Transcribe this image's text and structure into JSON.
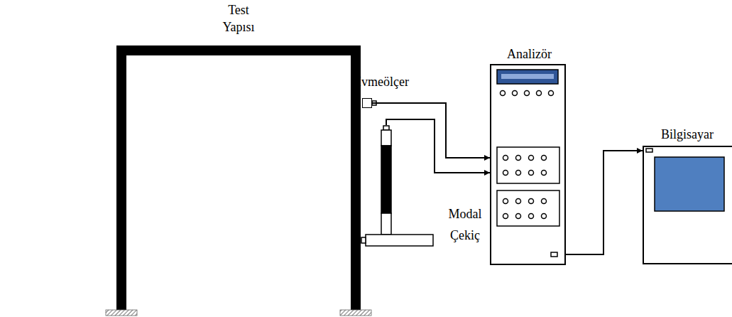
{
  "diagram": {
    "nodes": [
      {
        "text": [
          "Test Yapısı"
        ]
      },
      {
        "text": [
          "İvmeölçer"
        ]
      },
      {
        "text": [
          "Modal Çekiç"
        ]
      },
      {
        "text": [
          "Analizör"
        ]
      },
      {
        "text": [
          "Bilgisayar"
        ]
      }
    ],
    "edges": [
      {
        "from": 1,
        "to": 3,
        "arrow": "to"
      },
      {
        "from": 2,
        "to": 3,
        "arrow": "to"
      },
      {
        "from": 3,
        "to": 4,
        "arrow": "to"
      }
    ]
  }
}
